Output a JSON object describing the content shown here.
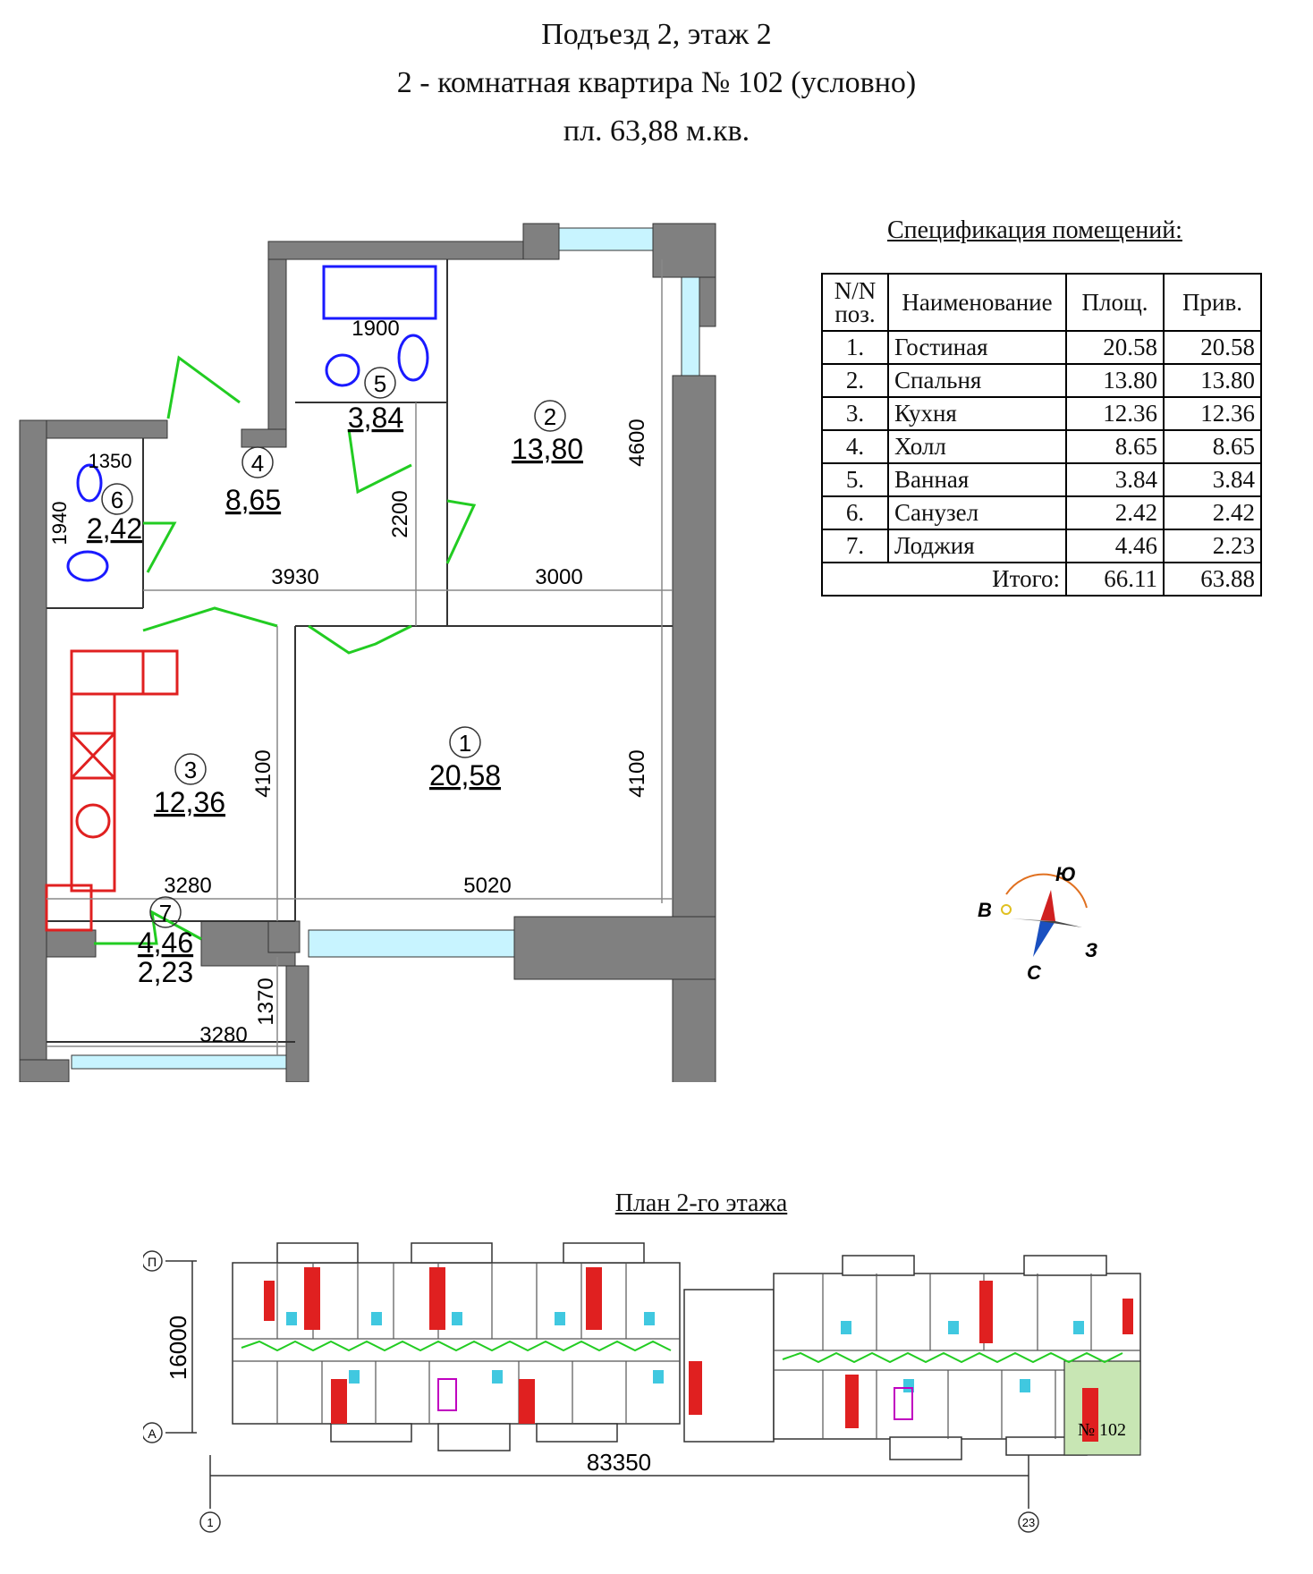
{
  "header": {
    "line1": "Подъезд 2, этаж 2",
    "line2": "2 - комнатная квартира № 102 (условно)",
    "line3": "пл. 63,88 м.кв."
  },
  "plan": {
    "rooms": [
      {
        "num": "1",
        "area": "20,58"
      },
      {
        "num": "2",
        "area": "13,80"
      },
      {
        "num": "3",
        "area": "12,36"
      },
      {
        "num": "4",
        "area": "8,65"
      },
      {
        "num": "5",
        "area": "3,84"
      },
      {
        "num": "6",
        "area": "2,42"
      },
      {
        "num": "7",
        "area": "4,46",
        "area2": "2,23"
      }
    ],
    "dims": {
      "bath_tub": "1900",
      "wc_width": "1350",
      "wc_height": "1940",
      "hall_width": "3930",
      "hall_height": "2200",
      "bedroom_width": "3000",
      "bedroom_height": "4600",
      "kitchen_width": "3280",
      "kitchen_height": "4100",
      "living_width": "5020",
      "living_height": "4100",
      "loggia_width": "3280",
      "loggia_height": "1370"
    }
  },
  "spec": {
    "title": "Спецификация помещений:",
    "headers": {
      "num": "N/N поз.",
      "name": "Наименование",
      "area": "Площ.",
      "reduced": "Прив."
    },
    "rows": [
      {
        "num": "1.",
        "name": "Гостиная",
        "area": "20.58",
        "reduced": "20.58"
      },
      {
        "num": "2.",
        "name": "Спальня",
        "area": "13.80",
        "reduced": "13.80"
      },
      {
        "num": "3.",
        "name": "Кухня",
        "area": "12.36",
        "reduced": "12.36"
      },
      {
        "num": "4.",
        "name": "Холл",
        "area": "8.65",
        "reduced": "8.65"
      },
      {
        "num": "5.",
        "name": "Ванная",
        "area": "3.84",
        "reduced": "3.84"
      },
      {
        "num": "6.",
        "name": "Санузел",
        "area": "2.42",
        "reduced": "2.42"
      },
      {
        "num": "7.",
        "name": "Лоджия",
        "area": "4.46",
        "reduced": "2.23"
      }
    ],
    "total": {
      "label": "Итого:",
      "area": "66.11",
      "reduced": "63.88"
    }
  },
  "compass": {
    "n": "Ю",
    "s": "С",
    "e": "З",
    "w": "В"
  },
  "floor": {
    "title": "План 2-го этажа",
    "axis_top": "П",
    "axis_bottom": "А",
    "axis_left": "1",
    "axis_right": "23",
    "height_dim": "16000",
    "length_dim": "83350",
    "apt_label": "№ 102"
  },
  "colors": {
    "wall": "#808080",
    "door": "#22cc22",
    "plumbing": "#1a1aff",
    "kitchen": "#e02020",
    "window": "#80e0ff"
  }
}
